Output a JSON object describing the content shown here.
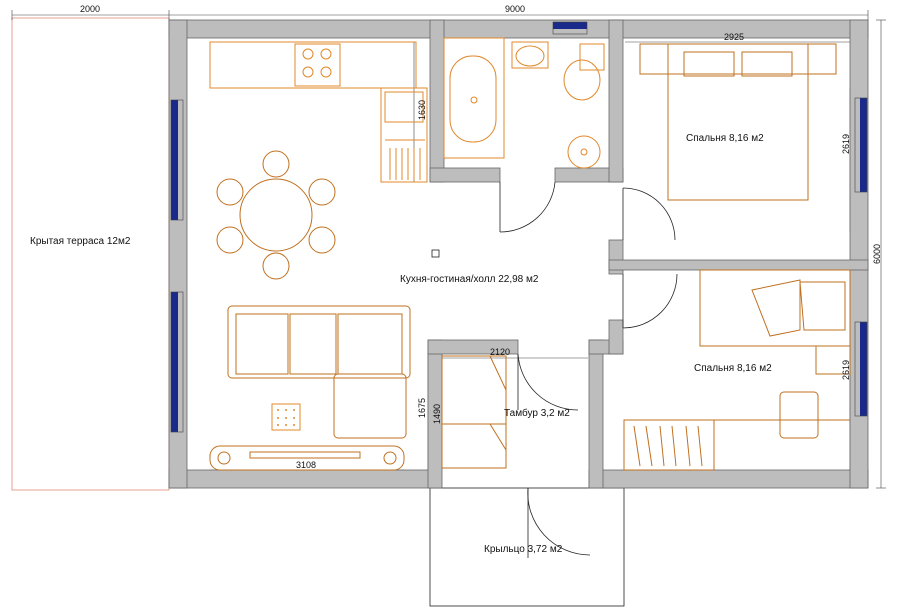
{
  "rooms": {
    "terrace": "Крытая терраса 12м2",
    "living": "Кухня-гостиная/холл 22,98 м2",
    "bedroom1": "Спальня 8,16 м2",
    "bedroom2": "Спальня 8,16 м2",
    "vestibule": "Тамбур 3,2 м2",
    "porch": "Крыльцо 3,72 м2"
  },
  "dimensions": {
    "terrace_width": "2000",
    "total_width": "9000",
    "total_height": "6000",
    "bedroom1_width": "2925",
    "bedroom1_height": "2619",
    "bedroom2_height": "2619",
    "kitchen_depth": "1630",
    "vestibule_width": "2120",
    "vestibule_height_outer": "1675",
    "vestibule_height_inner": "1490",
    "living_width": "3108"
  },
  "colors": {
    "wall": "#bdbdbd",
    "window": "#1a2a8a",
    "furniture": "#e0882a",
    "terrace_outline": "#e38a7a"
  }
}
